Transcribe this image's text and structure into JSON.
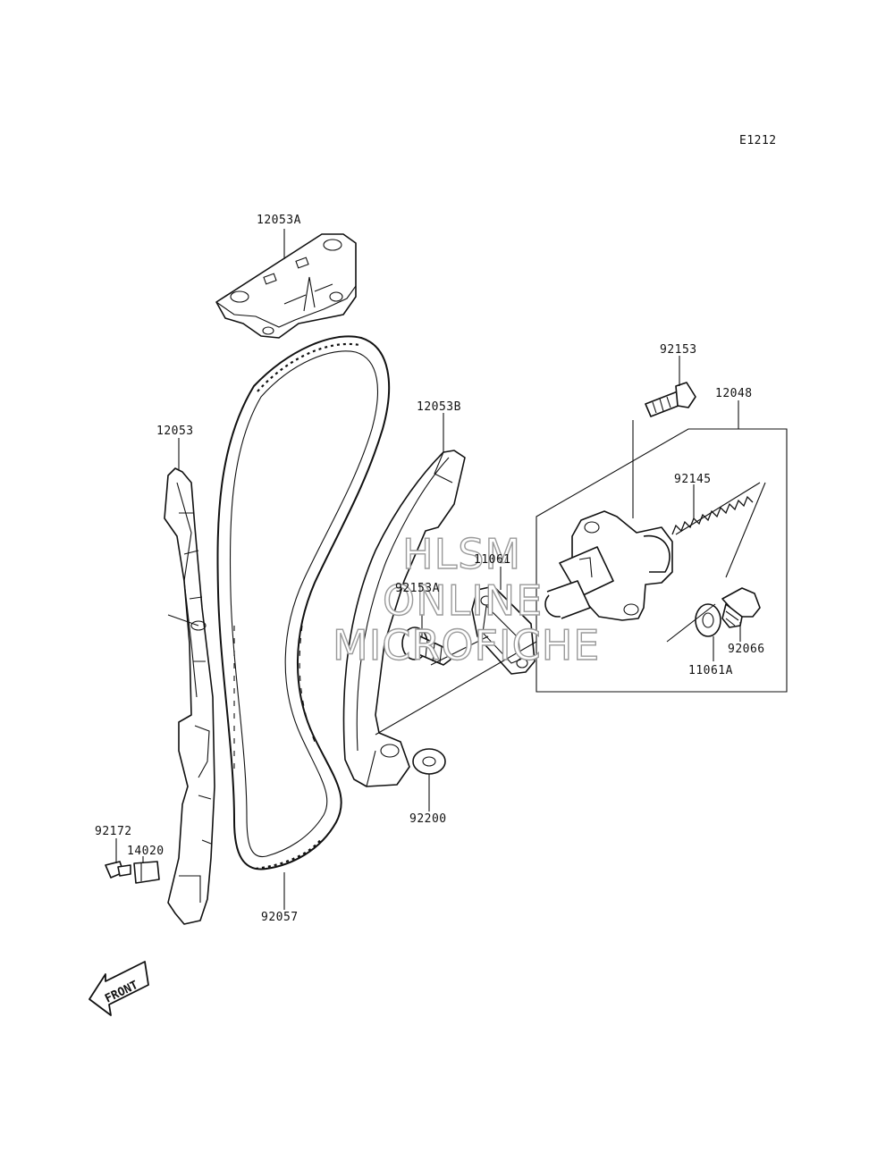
{
  "diagram_code": "E1212",
  "watermark": {
    "line1": "HLSM",
    "line2": "ONLINE",
    "line3": "MICROFICHE"
  },
  "front_arrow": {
    "label": "FRONT"
  },
  "parts": [
    {
      "id": "p12053A",
      "number": "12053A",
      "name": "upper-chain-guide"
    },
    {
      "id": "p92153",
      "number": "92153",
      "name": "tensioner-bolt"
    },
    {
      "id": "p12048",
      "number": "12048",
      "name": "cam-chain-tensioner-assembly"
    },
    {
      "id": "p12053B",
      "number": "12053B",
      "name": "rear-chain-guide"
    },
    {
      "id": "p12053",
      "number": "12053",
      "name": "front-chain-guide"
    },
    {
      "id": "p92145",
      "number": "92145",
      "name": "tensioner-spring"
    },
    {
      "id": "p11061",
      "number": "11061",
      "name": "tensioner-gasket"
    },
    {
      "id": "p92153A",
      "number": "92153A",
      "name": "guide-pivot-bolt"
    },
    {
      "id": "p92066",
      "number": "92066",
      "name": "tensioner-cap-bolt"
    },
    {
      "id": "p11061A",
      "number": "11061A",
      "name": "cap-gasket"
    },
    {
      "id": "p92200",
      "number": "92200",
      "name": "washer"
    },
    {
      "id": "p92172",
      "number": "92172",
      "name": "screw"
    },
    {
      "id": "p14020",
      "number": "14020",
      "name": "clip"
    },
    {
      "id": "p92057",
      "number": "92057",
      "name": "cam-chain"
    }
  ]
}
